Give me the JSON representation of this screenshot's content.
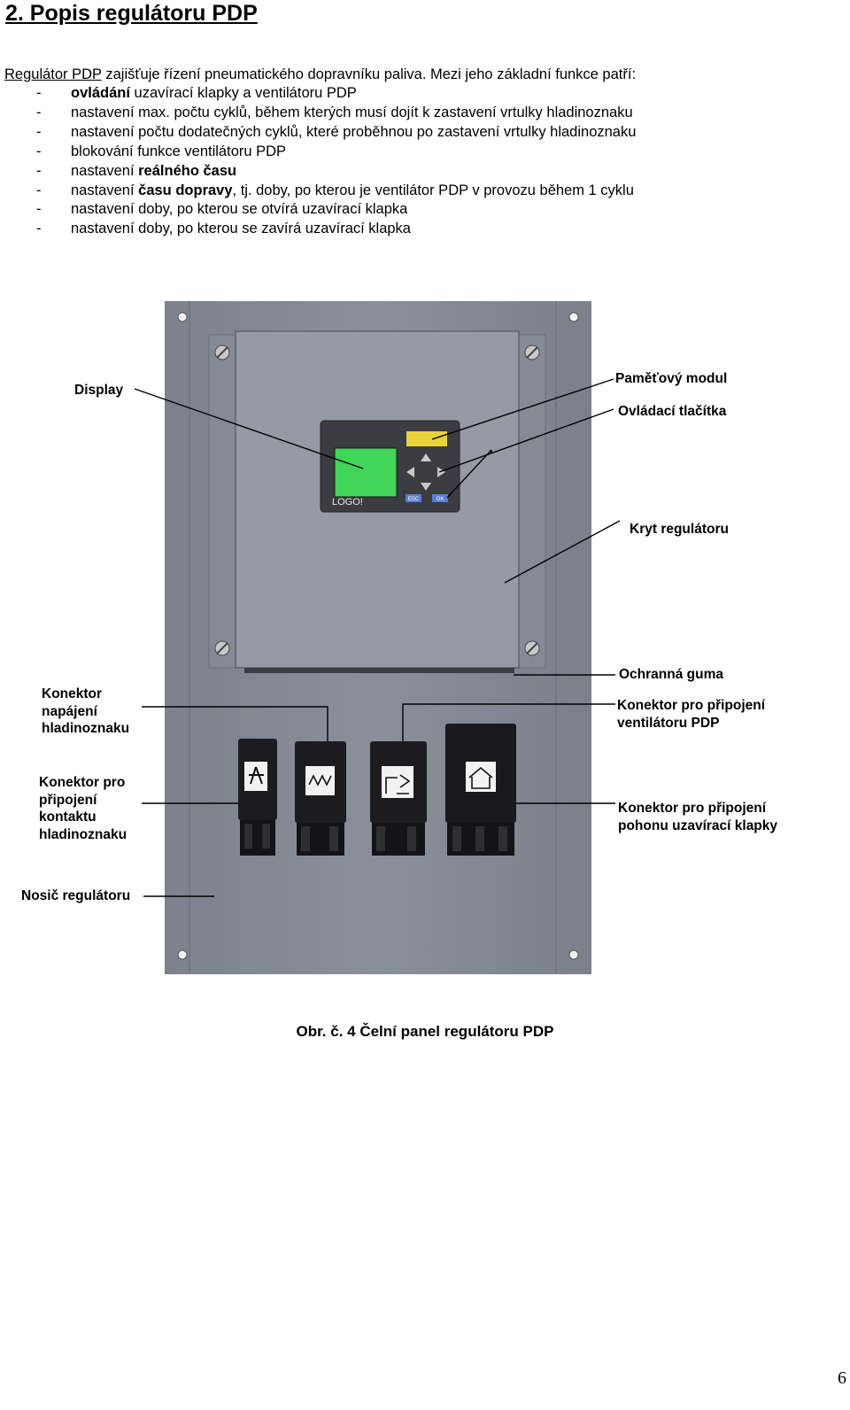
{
  "section_title": "2. Popis regulátoru PDP",
  "intro": {
    "lead": "Regulátor PDP",
    "text": " zajišťuje řízení pneumatického dopravníku paliva. Mezi jeho základní funkce patří:"
  },
  "features": [
    {
      "dash": "-",
      "bold": "ovládání",
      "rest": " uzavírací klapky a ventilátoru PDP"
    },
    {
      "dash": "-",
      "pre": "nastavení max. počtu cyklů, během kterých musí dojít k zastavení vrtulky hladinoznaku"
    },
    {
      "dash": "-",
      "pre": "nastavení počtu dodatečných cyklů, které proběhnou po zastavení vrtulky hladinoznaku"
    },
    {
      "dash": "-",
      "pre": "blokování funkce ventilátoru PDP"
    },
    {
      "dash": "-",
      "pre": "nastavení ",
      "bold": "reálného času"
    },
    {
      "dash": "-",
      "pre": "nastavení ",
      "bold": "času dopravy",
      "rest": ", tj. doby, po kterou je ventilátor PDP v provozu během 1 cyklu"
    },
    {
      "dash": "-",
      "pre": "nastavení doby, po kterou se otvírá uzavírací klapka"
    },
    {
      "dash": "-",
      "pre": "nastavení doby, po kterou se zavírá uzavírací klapka"
    }
  ],
  "figure": {
    "labels": {
      "display": "Display",
      "memory_module": "Paměťový modul",
      "control_buttons": "Ovládací tlačítka",
      "cover": "Kryt regulátoru",
      "rubber": "Ochranná guma",
      "conn_power": [
        "Konektor",
        "napájení",
        "hladinoznaku"
      ],
      "conn_fan": [
        "Konektor pro připojení",
        "ventilátoru PDP"
      ],
      "conn_contact": [
        "Konektor pro",
        "připojení",
        "kontaktu",
        "hladinoznaku"
      ],
      "conn_flap": [
        "Konektor pro připojení",
        "pohonu uzavírací klapky"
      ],
      "carrier": "Nosič regulátoru"
    },
    "device": {
      "brand": "LOGO!",
      "button_esc": "ESC",
      "button_ok": "OK"
    },
    "colors": {
      "plate": "#8a8f9a",
      "cover": "#9397a1",
      "lcd": "#3fd65a",
      "memory_module": "#e8d23a",
      "button_blue": "#5a7fd0"
    }
  },
  "caption": "Obr. č. 4  Čelní panel regulátoru PDP",
  "page_number": "6"
}
